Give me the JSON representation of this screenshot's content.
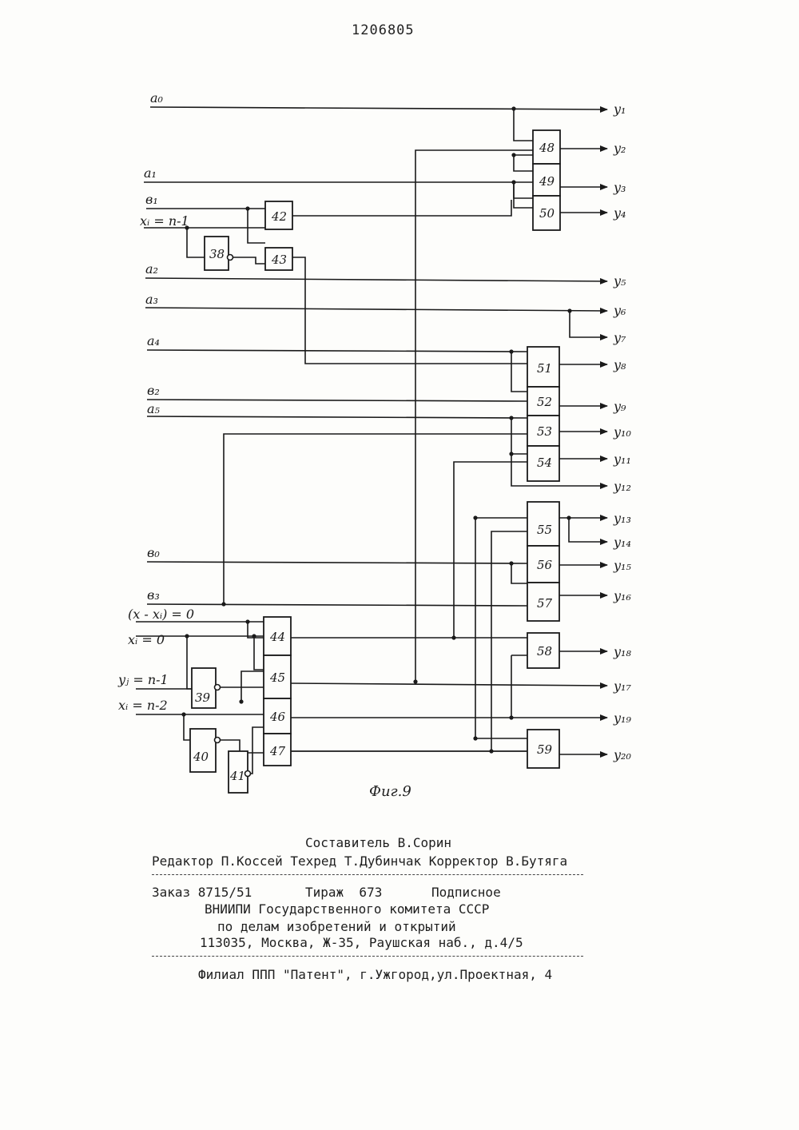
{
  "patent_number": "1206805",
  "figure_caption": "Фиг.9",
  "inputs": {
    "a0": "a₀",
    "a1": "a₁",
    "b1": "в₁",
    "xi_n1": "xᵢ = n-1",
    "a2": "a₂",
    "a3": "a₃",
    "a4": "a₄",
    "b2": "в₂",
    "a5": "a₅",
    "b0": "в₀",
    "b3": "в₃",
    "x_xi_0": "(x - xᵢ) = 0",
    "xi_0": "xᵢ = 0",
    "yj_n1": "yⱼ = n-1",
    "xi_n2": "xᵢ = n-2"
  },
  "blocks": {
    "b38": "38",
    "b39": "39",
    "b40": "40",
    "b41": "41",
    "b42": "42",
    "b43": "43",
    "b44": "44",
    "b45": "45",
    "b46": "46",
    "b47": "47",
    "b48": "48",
    "b49": "49",
    "b50": "50",
    "b51": "51",
    "b52": "52",
    "b53": "53",
    "b54": "54",
    "b55": "55",
    "b56": "56",
    "b57": "57",
    "b58": "58",
    "b59": "59"
  },
  "outputs": {
    "y1": "y₁",
    "y2": "y₂",
    "y3": "y₃",
    "y4": "y₄",
    "y5": "y₅",
    "y6": "y₆",
    "y7": "y₇",
    "y8": "y₈",
    "y9": "y₉",
    "y10": "y₁₀",
    "y11": "y₁₁",
    "y12": "y₁₂",
    "y13": "y₁₃",
    "y14": "y₁₄",
    "y15": "y₁₅",
    "y16": "y₁₆",
    "y18": "y₁₈",
    "y17": "y₁₇",
    "y19": "y₁₉",
    "y20": "y₂₀"
  },
  "imprint": {
    "compiler": "Составитель В.Сорин",
    "editors": "Редактор П.Коссей Техред Т.Дубинчак Корректор В.Бутяга",
    "order": "Заказ 8715/51",
    "circulation": "Тираж  673",
    "subscription": "Подписное",
    "org1": "ВНИИПИ Государственного комитета СССР",
    "org2": "по делам изобретений и открытий",
    "address": "113035, Москва, Ж-35, Раушская наб., д.4/5",
    "branch": "Филиал ППП \"Патент\", г.Ужгород,ул.Проектная, 4"
  }
}
